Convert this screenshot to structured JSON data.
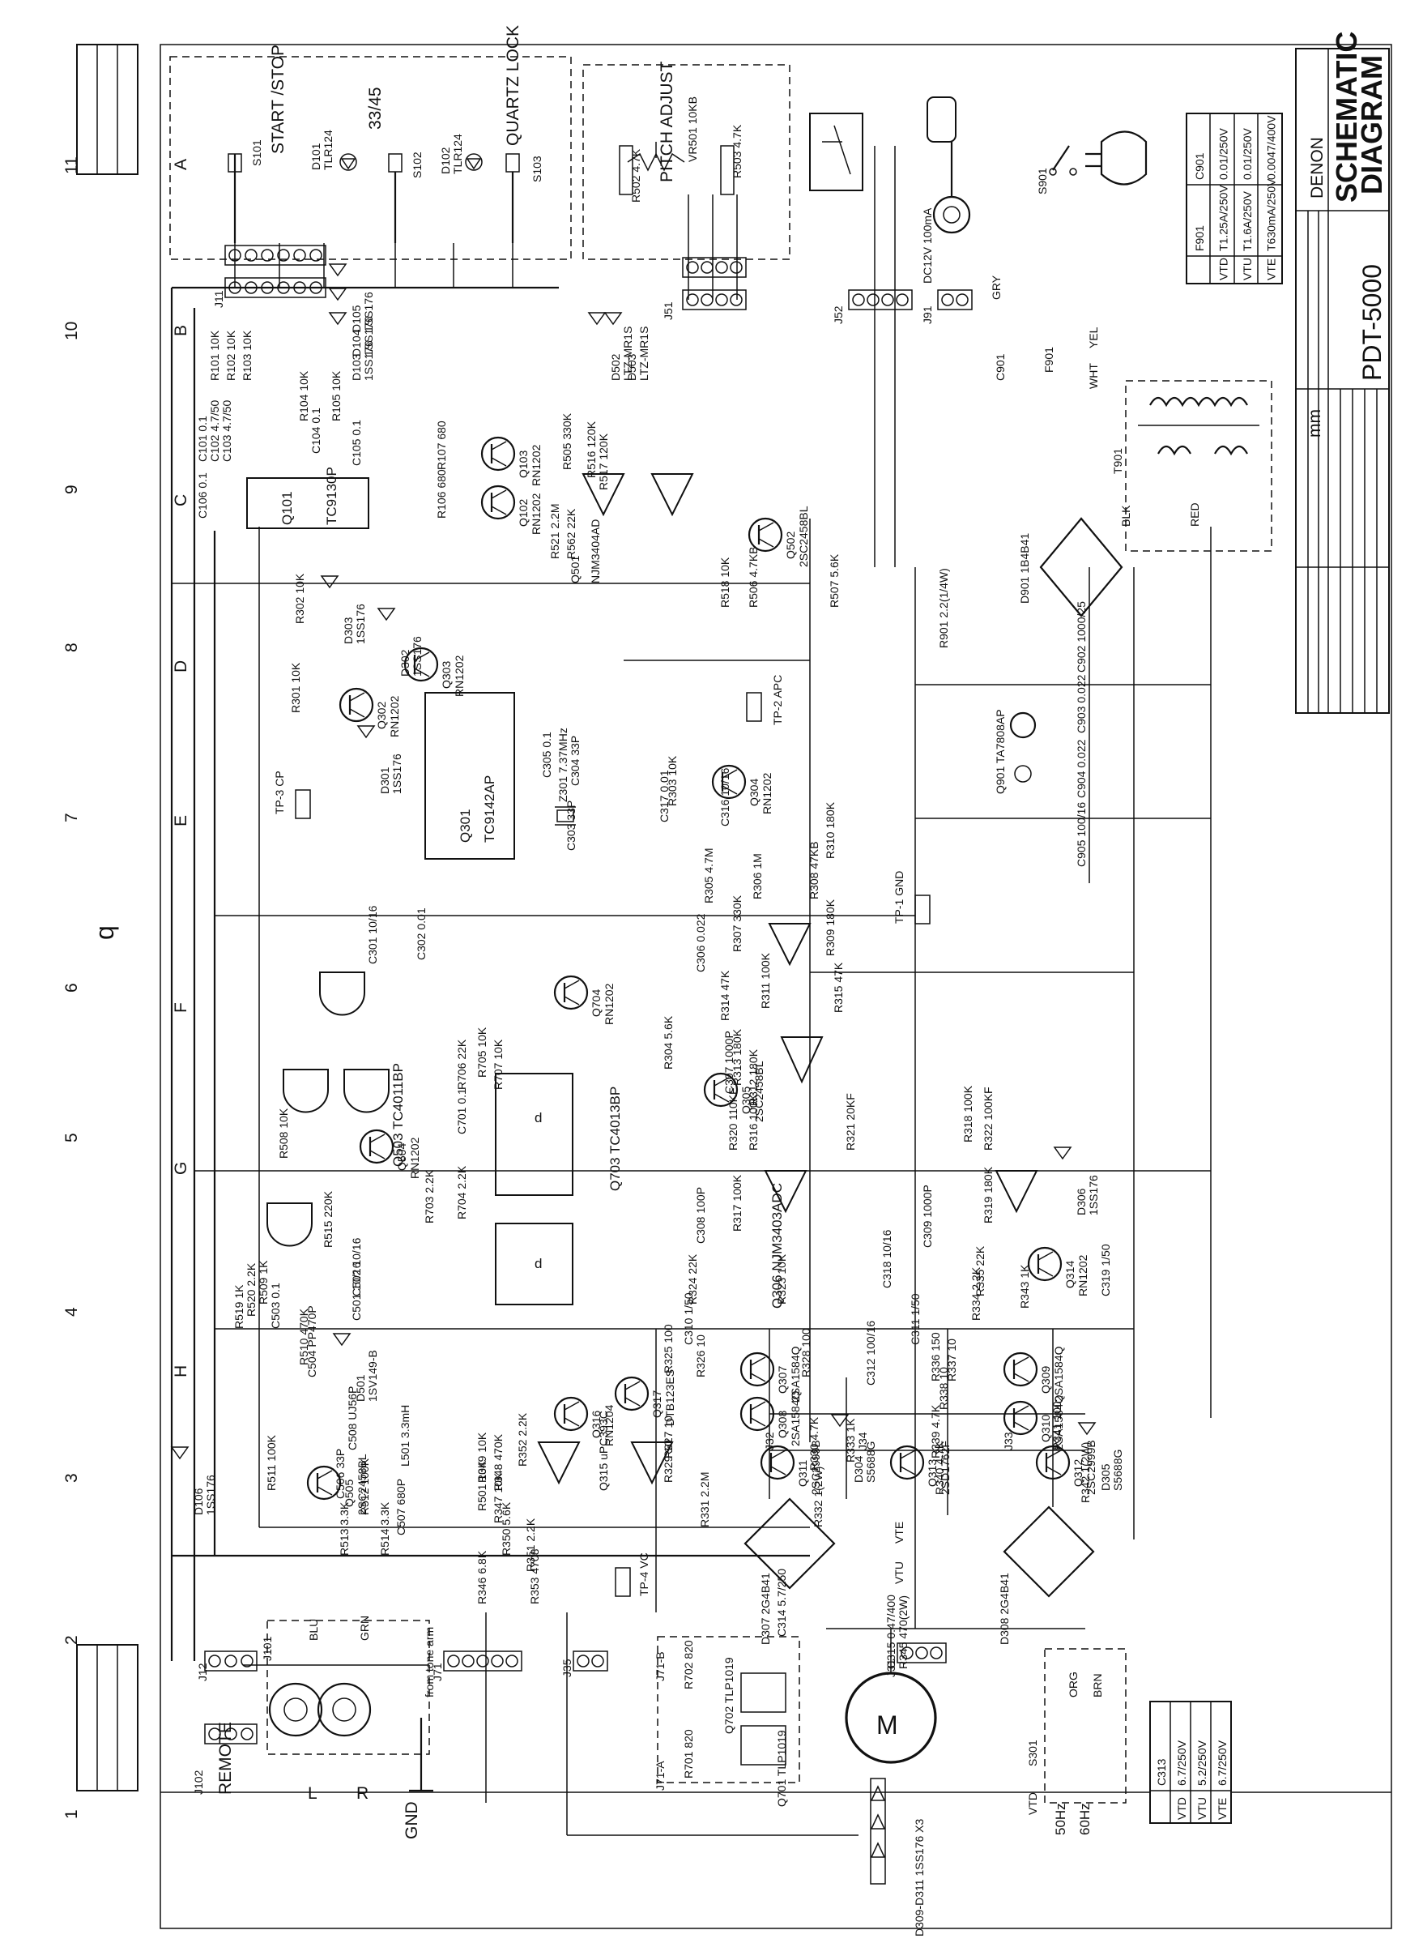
{
  "title_block": {
    "title_line1": "SCHEMATIC",
    "title_line2": "DIAGRAM",
    "model": "PDT-5000",
    "mark": "DENON",
    "unit": "mm"
  },
  "grid": {
    "letters": [
      "A",
      "B",
      "C",
      "D",
      "E",
      "F",
      "G",
      "H"
    ],
    "numbers": [
      "11",
      "10",
      "9",
      "8",
      "7",
      "6",
      "5",
      "4",
      "3",
      "2",
      "1"
    ]
  },
  "switches": {
    "start_stop": "START /STOP",
    "speed": "33/45",
    "quartz_lock": "QUARTZ LOCK",
    "pitch_adjust": "PITCH ADJUST",
    "remote": "REMOTE",
    "gnd": "GND",
    "from_tone_arm": "from tone arm",
    "left": "L",
    "right": "R"
  },
  "ics": [
    {
      "ref": "Q101",
      "part": "TC9130P"
    },
    {
      "ref": "Q301",
      "part": "TC9142AP"
    },
    {
      "ref": "Q501",
      "part": "NJM3404AD"
    },
    {
      "ref": "Q503",
      "part": "TC4011BP"
    },
    {
      "ref": "Q703",
      "part": "TC4013BP"
    },
    {
      "ref": "Q306",
      "part": "NJM3403ADC"
    },
    {
      "ref": "Q315",
      "part": "uPC393C"
    },
    {
      "ref": "Q901",
      "part": "TA7808AP"
    }
  ],
  "transistors": [
    {
      "ref": "Q102",
      "part": "RN1202"
    },
    {
      "ref": "Q103",
      "part": "RN1202"
    },
    {
      "ref": "Q302",
      "part": "RN1202"
    },
    {
      "ref": "Q303",
      "part": "RN1202"
    },
    {
      "ref": "Q304",
      "part": "RN1202"
    },
    {
      "ref": "Q502",
      "part": "2SC2458BL"
    },
    {
      "ref": "Q504",
      "part": "RN1202"
    },
    {
      "ref": "Q505",
      "part": "2SC2458BL"
    },
    {
      "ref": "Q305",
      "part": "2SC2458BL"
    },
    {
      "ref": "Q316",
      "part": "RN1204"
    },
    {
      "ref": "Q317",
      "part": "DTB123ES"
    },
    {
      "ref": "Q704",
      "part": "RN1202"
    },
    {
      "ref": "Q307",
      "part": "2SA1584Q"
    },
    {
      "ref": "Q308",
      "part": "2SA1584Q"
    },
    {
      "ref": "Q309",
      "part": "2SA1584Q"
    },
    {
      "ref": "Q310",
      "part": "2SA1584Q"
    },
    {
      "ref": "Q311",
      "part": "2SC2999B"
    },
    {
      "ref": "Q312",
      "part": "2SC2999B"
    },
    {
      "ref": "Q313",
      "part": "2SD1762F"
    },
    {
      "ref": "Q314",
      "part": "RN1202"
    }
  ],
  "diodes": [
    {
      "ref": "D101",
      "part": "TLR124"
    },
    {
      "ref": "D102",
      "part": "TLR124"
    },
    {
      "ref": "D103",
      "part": "1SS176"
    },
    {
      "ref": "D104",
      "part": "1SS176"
    },
    {
      "ref": "D105",
      "part": "1SS176"
    },
    {
      "ref": "D106",
      "part": "1SS176"
    },
    {
      "ref": "D301",
      "part": "1SS176"
    },
    {
      "ref": "D302",
      "part": "1SS176"
    },
    {
      "ref": "D303",
      "part": "1SS176"
    },
    {
      "ref": "D501",
      "part": "1SV149-B"
    },
    {
      "ref": "D502",
      "part": "LTZ-MR1S"
    },
    {
      "ref": "D503",
      "part": "LTZ-MR1S"
    },
    {
      "ref": "D306",
      "part": "1SS176"
    },
    {
      "ref": "D304",
      "part": "S5688G"
    },
    {
      "ref": "D305",
      "part": "S5688G"
    },
    {
      "ref": "D307",
      "part": "2G4B41"
    },
    {
      "ref": "D308",
      "part": "2G4B41"
    },
    {
      "ref": "D901",
      "part": "1B4B41"
    },
    {
      "ref": "D309-D311",
      "part": "1SS176 X3"
    }
  ],
  "labels": {
    "q701": "Q701 TLP1019",
    "q702": "Q702 TLP1019",
    "motor": "M",
    "t901": "T901",
    "dc12v": "DC12V 100mA",
    "s901": "S901",
    "f901": "F901",
    "c901": "C901",
    "z301": "Z301 7.37MHz",
    "r901": "R901 2.2(1/4W)",
    "c902": "C902 1000/25",
    "c903": "C903 0.022",
    "c904": "C904 0.022",
    "c905": "C905 100/16",
    "tp1": "TP-1 GND",
    "tp2": "TP-2 APC",
    "tp3": "TP-3 CP",
    "tp4": "TP-4 VC",
    "c315": "C315 0.47/400",
    "r345": "R345 470(2W)",
    "s301": "S301",
    "hz50": "50Hz",
    "hz60": "60Hz",
    "vtd": "VTD",
    "vtu": "VTU",
    "vte": "VTE",
    "blu": "BLU",
    "org": "ORG",
    "brn": "BRN",
    "gry": "GRY",
    "yel": "YEL",
    "wht": "WHT",
    "blk": "BLK",
    "red": "RED",
    "grn": "GRN",
    "ref_q": "q"
  },
  "fuse_table": {
    "headers": [
      "",
      "F901",
      "C901"
    ],
    "rows": [
      [
        "VTD",
        "T1.25A/250V",
        "0.01/250V"
      ],
      [
        "VTU",
        "T1.6A/250V",
        "0.01/250V"
      ],
      [
        "VTE",
        "T630mA/250V",
        "0.0047/400V"
      ]
    ]
  },
  "c313_table": {
    "headers": [
      "",
      "C313"
    ],
    "rows": [
      [
        "VTD",
        "6.7/250V"
      ],
      [
        "VTU",
        "5.2/250V"
      ],
      [
        "VTE",
        "6.7/250V"
      ]
    ]
  },
  "connectors": [
    "J11",
    "J31",
    "J32",
    "J33",
    "J34",
    "J35",
    "J51",
    "J52",
    "J71",
    "J71-A",
    "J71-B",
    "J91",
    "J101",
    "J102",
    "J12"
  ]
}
